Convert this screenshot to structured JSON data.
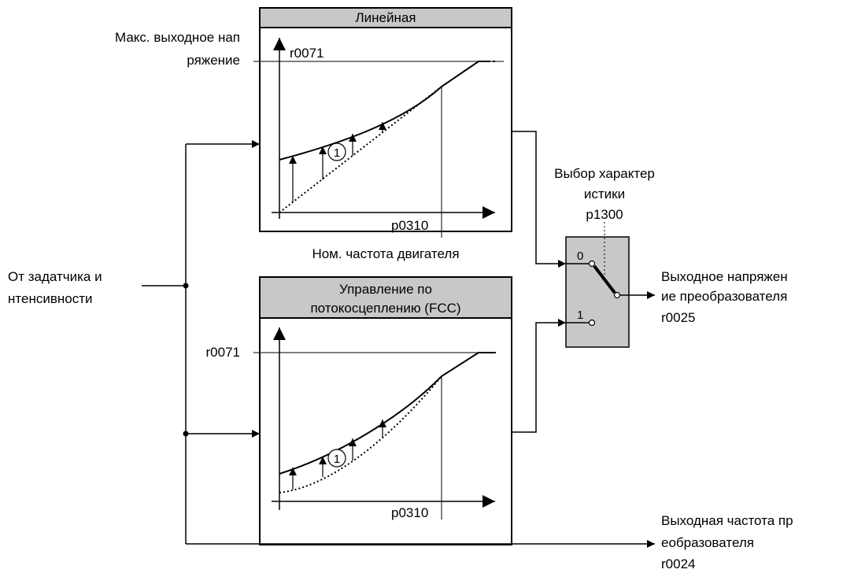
{
  "blocks": {
    "linear": {
      "title": "Линейная"
    },
    "fcc": {
      "title_line1": "Управление по",
      "title_line2": "потокосцеплению (FCC)"
    }
  },
  "labels": {
    "max_voltage_line1": "Макс. выходное нап",
    "max_voltage_line2": "ряжение",
    "r0071_top": "r0071",
    "r0071_bottom": "r0071",
    "p0310_top": "p0310",
    "p0310_bottom": "p0310",
    "rated_freq": "Ном. частота двигателя",
    "input_line1": "От задатчика и",
    "input_line2": "нтенсивности",
    "select_line1": "Выбор характер",
    "select_line2": "истики",
    "select_param": "p1300",
    "switch_pos_0": "0",
    "switch_pos_1": "1",
    "out_voltage_line1": "Выходное напряжен",
    "out_voltage_line2": "ие преобразователя",
    "out_voltage_param": "r0025",
    "out_freq_line1": "Выходная частота пр",
    "out_freq_line2": "еобразователя",
    "out_freq_param": "r0024",
    "marker_top": "1",
    "marker_bottom": "1"
  },
  "colors": {
    "block_header": "#c8c8c8",
    "switch_fill": "#c8c8c8",
    "line": "#000000"
  }
}
